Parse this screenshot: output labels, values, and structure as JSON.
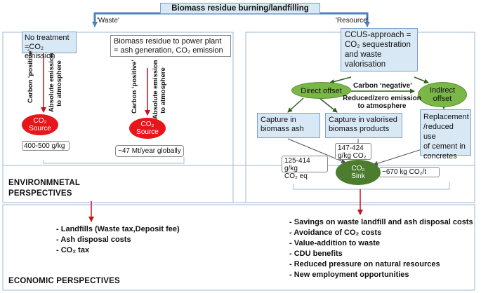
{
  "title": "Biomass residue burning/landfilling",
  "branches": {
    "waste": "'Waste'",
    "resource": "'Resource'"
  },
  "boxes": {
    "no_treatment": {
      "line1": "No treatment",
      "line2": "=CO₂ emission"
    },
    "power_plant": {
      "line1": "Biomass residue to power plant",
      "line2": "= ash generation, CO₂ emission"
    },
    "ccus": {
      "line1": "CCUS-approach =",
      "line2": "CO₂ sequestration",
      "line3": "and waste",
      "line4": "valorisation"
    },
    "direct_offset": "Direct offset",
    "indirect_offset": {
      "line1": "Indirect",
      "line2": "offset"
    },
    "capture_ash": {
      "line1": "Capture in",
      "line2": "biomass ash"
    },
    "capture_products": {
      "line1": "Capture in valorised",
      "line2": "biomass products"
    },
    "replacement": {
      "line1": "Replacement",
      "line2": "/reduced use",
      "line3": "of cement in",
      "line4": "concretes"
    }
  },
  "annotations": {
    "carbon_positive": "Carbon ‘positive’",
    "absolute_emission_1": "Absolute emission",
    "absolute_emission_2": "to atmosphere",
    "carbon_negative": "Carbon ‘negative’",
    "reduced_emission_1": "Reduced/zero emission",
    "reduced_emission_2": "to atmosphere"
  },
  "sources": {
    "source_label_1": "CO₂",
    "source_label_2": "Source",
    "sink_label_1": "CO₂",
    "sink_label_2": "Sink"
  },
  "values": {
    "no_treatment_value": "400-500 g/kg",
    "power_plant_value": "~47 Mt/year globally",
    "ash_capture_value_1": "125-414 g/kg",
    "ash_capture_value_2": "CO₂ eq",
    "products_value_1": "147-424",
    "products_value_2": "g/kg CO₂",
    "concrete_value": "~670 kg CO₂/t"
  },
  "sections": {
    "environmental_1": "ENVIRONMNETAL",
    "environmental_2": "PERSPECTIVES",
    "economic": "ECONOMIC PERSPECTIVES"
  },
  "economic_left": [
    "Landfills (Waste tax,Deposit fee)",
    "Ash disposal costs",
    "CO₂ tax"
  ],
  "economic_right": [
    "Savings on waste landfill and ash disposal costs",
    "Avoidance of CO₂ costs",
    "Value-addition to waste",
    "CDU benefits",
    "Reduced pressure on natural resources",
    "New employment opportunities"
  ],
  "colors": {
    "box_blue": "#d9e8f5",
    "arrow_red": "#c0141b",
    "connector_blue": "#4f81bd",
    "source_red": "#e8161b",
    "offset_green": "#7ab648",
    "sink_green": "#4c7d2e"
  }
}
